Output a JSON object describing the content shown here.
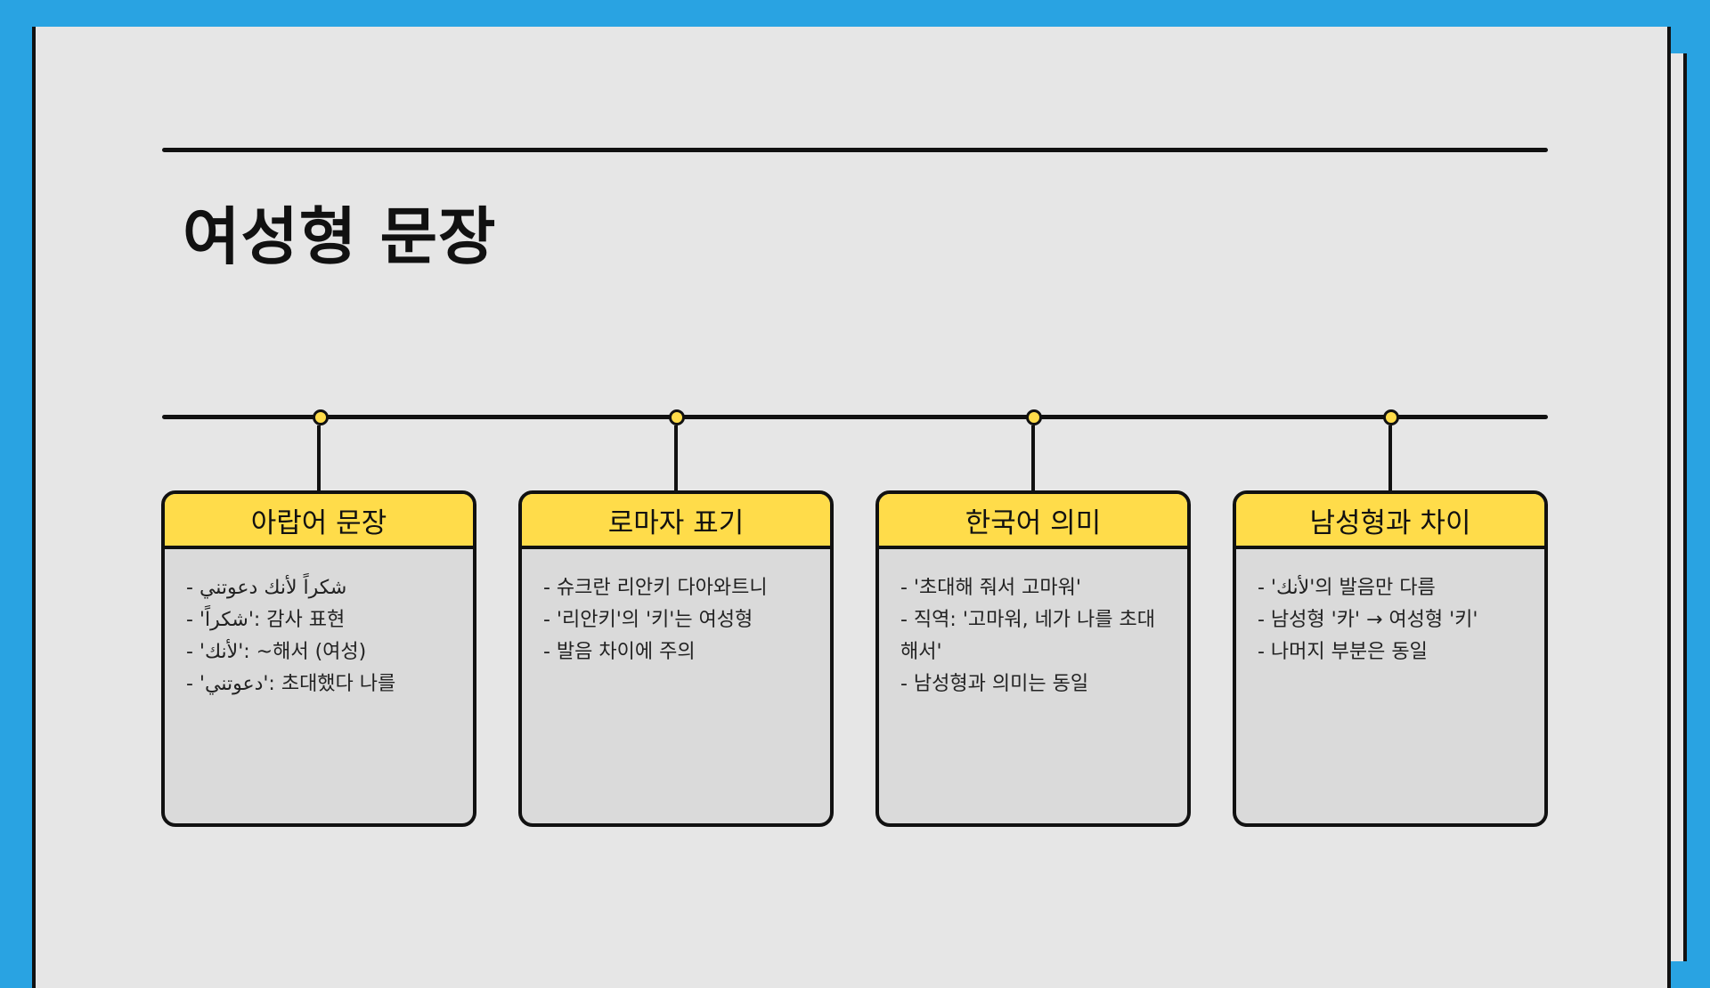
{
  "slide": {
    "title": "여성형 문장",
    "colors": {
      "background": "#29a3e2",
      "paper": "#e6e6e6",
      "card": "#dadada",
      "accent": "#ffdc4a",
      "ink": "#111111"
    }
  },
  "cards": [
    {
      "header": "아랍어 문장",
      "lines": [
        "- شكراً لأنك دعوتني",
        "- 'شكراً': 감사 표현",
        "- 'لأنك': ~해서 (여성)",
        "- 'دعوتني': 초대했다 나를"
      ]
    },
    {
      "header": "로마자 표기",
      "lines": [
        "- 슈크란 리안키 다아와트니",
        "- '리안키'의 '키'는 여성형",
        "- 발음 차이에 주의"
      ]
    },
    {
      "header": "한국어 의미",
      "lines": [
        "- '초대해 줘서 고마워'",
        "- 직역: '고마워, 네가 나를 초대해서'",
        "- 남성형과 의미는 동일"
      ]
    },
    {
      "header": "남성형과 차이",
      "lines": [
        "- 'لأنك'의 발음만 다름",
        "- 남성형 '카' → 여성형 '키'",
        "- 나머지 부분은 동일"
      ]
    }
  ]
}
